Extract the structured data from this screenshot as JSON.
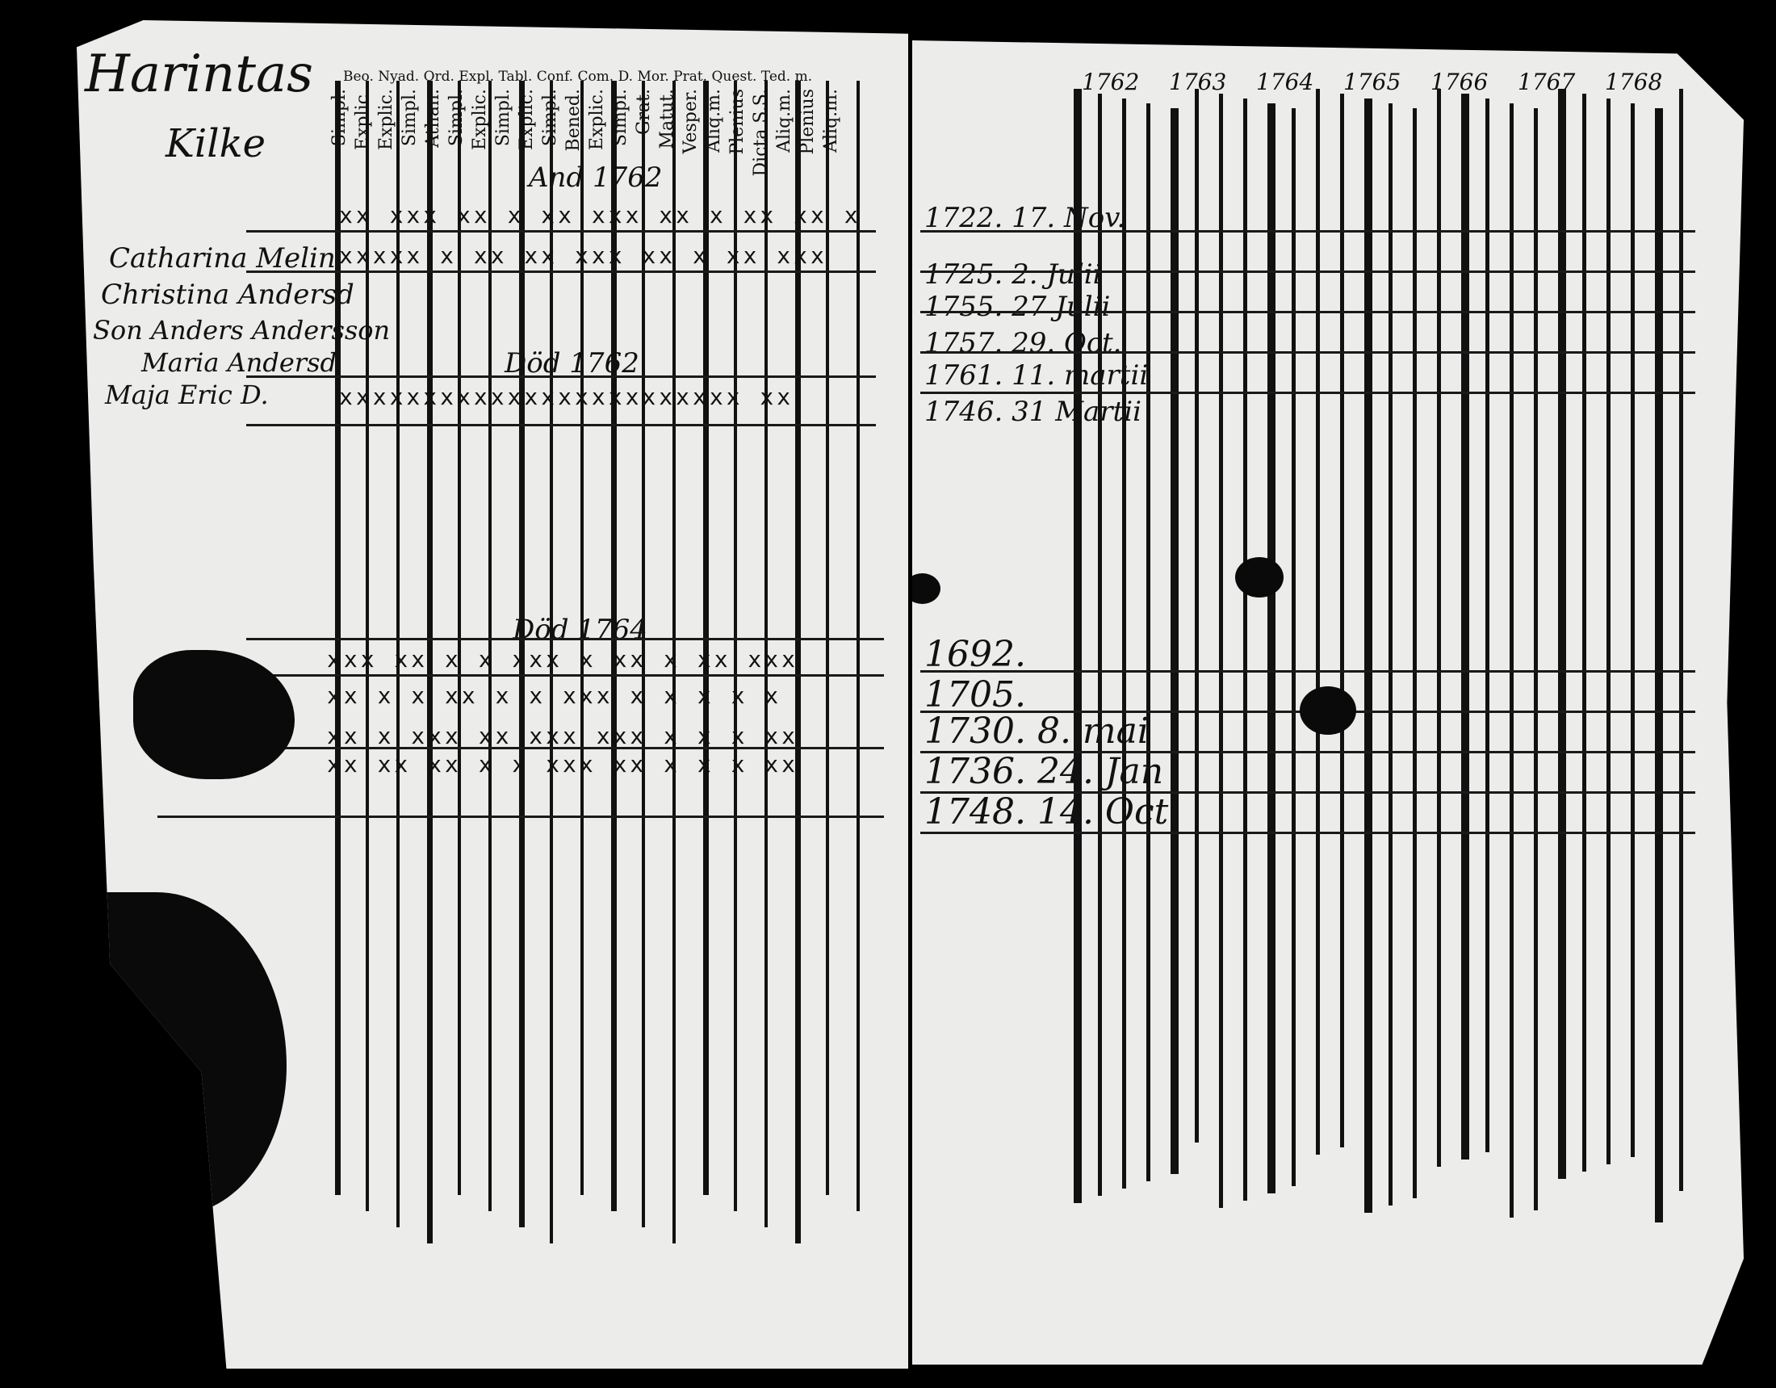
{
  "left_page": {
    "title_line1": "Harintas",
    "title_line2": "Kilke",
    "headers": [
      "Simpl.",
      "Explic.",
      "Explic.",
      "Simpl.",
      "Athan.",
      "Simpl.",
      "Explic.",
      "Simpl.",
      "Explic.",
      "Simpl.",
      "Bened.",
      "Explic.",
      "Simpl.",
      "Grat.",
      "Matut.",
      "Vesper.",
      "Aliq.m.",
      "Plenius",
      "Dicta S.S.",
      "Aliq.m.",
      "Plenius",
      "Aliq.m."
    ],
    "top_header": "Beo. Nyad. Ord. Expl. Tabl. Conf. Com. D. Mor. Prat. Quest. Ted. m.",
    "names": [
      "Catharina Melin",
      "Christina Andersd",
      "Son Anders Andersson",
      "Maria Andersd",
      "Maja Eric D."
    ],
    "annotations": [
      "And 1762",
      "Död 1762",
      "Död 1764"
    ]
  },
  "right_page": {
    "years": [
      "1762",
      "1763",
      "1764",
      "1765",
      "1766",
      "1767",
      "1768"
    ],
    "dates": [
      "1722. 17. Nov.",
      "1725. 2. Julii",
      "1755. 27 Julii",
      "1757. 29. Oct.",
      "1761. 11. martii",
      "1746. 31 Martii",
      "1692.",
      "1705.",
      "1730. 8. mai",
      "1736. 24. Jan",
      "1748. 14. Oct."
    ]
  },
  "colors": {
    "paper": "#ececea",
    "ink": "#111111",
    "background": "#000000"
  }
}
